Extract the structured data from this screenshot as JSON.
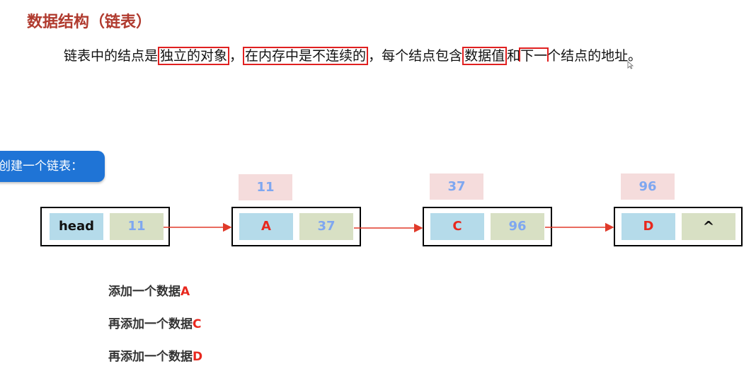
{
  "title": "数据结构（链表）",
  "description": {
    "p1": "链表中的结点是",
    "h1": "独立的对象",
    "p2": "，",
    "h2": "在内存中是不连续的",
    "p3": "，每个结点包含",
    "h3": "数据值",
    "p4": "和",
    "h4a": "下一",
    "h4b": "个",
    "p5": "结点的地址。"
  },
  "create_button": "创建一个链表：",
  "nodes": [
    {
      "data": "head",
      "next": "11",
      "address": ""
    },
    {
      "data": "A",
      "next": "37",
      "address": "11"
    },
    {
      "data": "C",
      "next": "96",
      "address": "37"
    },
    {
      "data": "D",
      "next": "^",
      "address": "96"
    }
  ],
  "steps": [
    {
      "prefix": "添加一个数据",
      "value": "A"
    },
    {
      "prefix": "再添加一个数据",
      "value": "C"
    },
    {
      "prefix": "再添加一个数据",
      "value": "D"
    }
  ],
  "colors": {
    "title": "#b03a2e",
    "highlight": "#e02020",
    "button": "#1f74d6",
    "data_cell": "#b5dbea",
    "pointer_cell": "#d8e0c4",
    "address_box": "#f5dcdc",
    "arrow": "#e03a2a"
  }
}
